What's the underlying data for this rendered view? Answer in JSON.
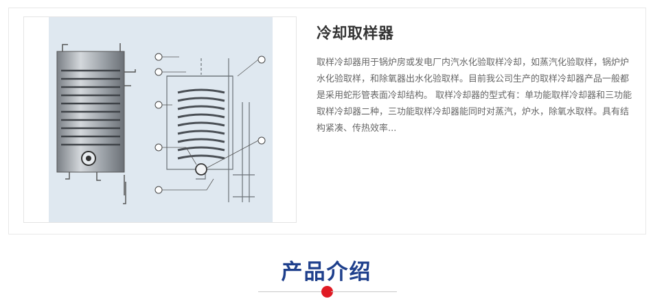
{
  "product": {
    "title": "冷却取样器",
    "description": "取样冷却器用于锅炉房或发电厂内汽水化验取样冷却，如蒸汽化验取样，锅炉炉水化验取样，和除氧器出水化验取样。目前我公司生产的取样冷却器产品一般都是采用蛇形管表面冷却结构。 取样冷却器的型式有：单功能取样冷却器和三功能取样冷却器二种，三功能取样冷却器能同时对蒸汽，炉水，除氧水取样。具有结构紧凑、传热效率..."
  },
  "section": {
    "title": "产品介绍"
  },
  "colors": {
    "section_title": "#1e3f8c",
    "accent_dot": "#e01a24",
    "image_bg": "#dfe8f0"
  }
}
